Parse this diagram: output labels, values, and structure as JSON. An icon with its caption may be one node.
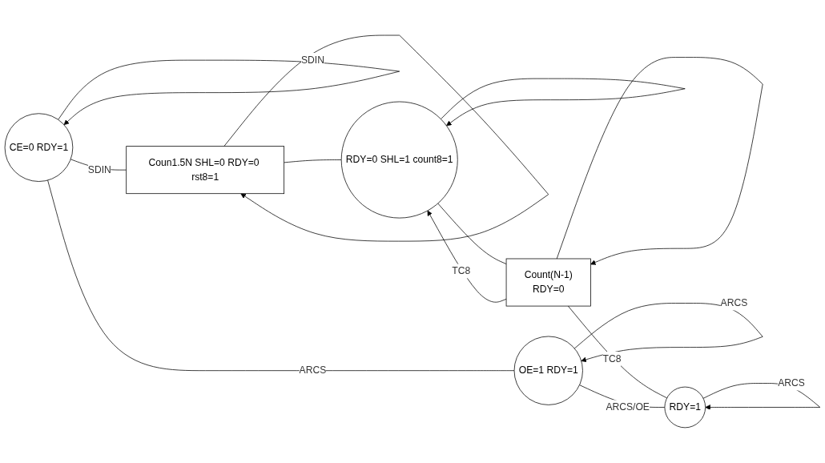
{
  "diagram": {
    "nodes": [
      {
        "text": [
          "CE=0 RDY=1"
        ]
      },
      {
        "text": [
          "Coun1.5N SHL=0 RDY=0 rst8=1"
        ]
      },
      {
        "text": [
          "RDY=0 SHL=1 count8=1"
        ]
      },
      {
        "text": [
          "Count(N-1)",
          "RDY=0"
        ]
      },
      {
        "text": [
          "OE=1 RDY=1"
        ]
      },
      {
        "text": [
          "RDY=1"
        ]
      }
    ],
    "edges": [
      {
        "from": 0,
        "to": 0,
        "arrow": "to",
        "label": "SDIN"
      },
      {
        "from": 0,
        "to": 1,
        "arrow": "none",
        "label": "SDIN"
      },
      {
        "from": 1,
        "to": 1,
        "arrow": "to"
      },
      {
        "from": 1,
        "to": 2,
        "arrow": "none"
      },
      {
        "from": 2,
        "to": 2,
        "arrow": "to"
      },
      {
        "from": 2,
        "to": 3,
        "arrow": "none"
      },
      {
        "from": 3,
        "to": 3,
        "arrow": "to"
      },
      {
        "from": 3,
        "to": 2,
        "arrow": "to",
        "label": "TC8"
      },
      {
        "from": 4,
        "to": 4,
        "arrow": "to",
        "label": "ARCS"
      },
      {
        "from": 5,
        "to": 5,
        "arrow": "to",
        "label": "ARCS"
      },
      {
        "from": 3,
        "to": 5,
        "arrow": "none",
        "label": "TC8"
      },
      {
        "from": 0,
        "to": 4,
        "arrow": "none",
        "label": "ARCS"
      },
      {
        "from": 4,
        "to": 5,
        "arrow": "none",
        "label": "ARCS/OE"
      }
    ]
  }
}
